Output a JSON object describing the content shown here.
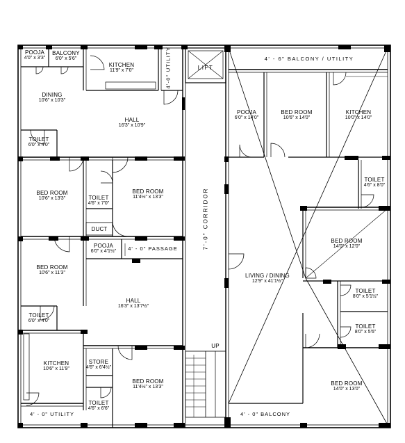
{
  "rooms": {
    "pooja_left": {
      "name": "POOJA",
      "dim": "4'0\" x 3'3\""
    },
    "balcony_left": {
      "name": "BALCONY",
      "dim": "6'0\" x 5'6\""
    },
    "kitchen_top": {
      "name": "KITCHEN",
      "dim": "11'9\" x 7'0\""
    },
    "utility_top": {
      "name": "4'-0\" UTILITY"
    },
    "lift": {
      "name": "LIFT"
    },
    "balcony_utility_right": {
      "name": "4' - 6\" BALCONY / UTILITY"
    },
    "dining": {
      "name": "DINING",
      "dim": "10'6\" x 10'3\""
    },
    "hall_top": {
      "name": "HALL",
      "dim": "16'3\" x 10'9\""
    },
    "toilet_left_1": {
      "name": "TOILET",
      "dim": "6'0\" x 4'0\""
    },
    "bedroom_left_1": {
      "name": "BED ROOM",
      "dim": "10'6\" x 13'3\""
    },
    "toilet_mid_1": {
      "name": "TOILET",
      "dim": "4'6\" x 7'0\""
    },
    "bedroom_mid_1": {
      "name": "BED ROOM",
      "dim": "11'4½\" x 13'3\""
    },
    "duct": {
      "name": "DUCT"
    },
    "pooja_mid": {
      "name": "POOJA",
      "dim": "6'0\" x 4'1½\""
    },
    "passage": {
      "name": "4' - 0\"  PASSAGE"
    },
    "bedroom_left_2": {
      "name": "BED ROOM",
      "dim": "10'6\" x 11'3\""
    },
    "hall_bottom": {
      "name": "HALL",
      "dim": "16'3\" x 13'7½\""
    },
    "toilet_left_2": {
      "name": "TOILET",
      "dim": "6'0\" x 4'0\""
    },
    "kitchen_left_bottom": {
      "name": "KITCHEN",
      "dim": "10'6\" x 11'9\""
    },
    "store": {
      "name": "STORE",
      "dim": "4'6\" x 6'4½\""
    },
    "bedroom_mid_2": {
      "name": "BED ROOM",
      "dim": "11'4½\" x 13'3\""
    },
    "toilet_mid_2": {
      "name": "TOILET",
      "dim": "4'6\" x 6'6\""
    },
    "utility_bottom": {
      "name": "4' - 0\"  UTILITY"
    },
    "corridor": {
      "name": "7'-0\" CORRIDOR"
    },
    "stair_up": {
      "name": "UP"
    },
    "pooja_right": {
      "name": "POOJA",
      "dim": "6'0\" x 14'0\""
    },
    "bedroom_right_1": {
      "name": "BED ROOM",
      "dim": "10'6\" x 14'0\""
    },
    "kitchen_right": {
      "name": "KITCHEN",
      "dim": "10'0\" x 14'0\""
    },
    "toilet_right_1": {
      "name": "TOILET",
      "dim": "4'6\" x 8'0\""
    },
    "bedroom_right_2": {
      "name": "BED ROOM",
      "dim": "14'0\" x 12'0\""
    },
    "living_dining": {
      "name": "LIVING / DINING",
      "dim": "12'9\" x 41'1½\""
    },
    "toilet_right_2": {
      "name": "TOILET",
      "dim": "8'0\" x 5'1½\""
    },
    "toilet_right_3": {
      "name": "TOILET",
      "dim": "8'0\" x 5'6\""
    },
    "bedroom_right_3": {
      "name": "BED ROOM",
      "dim": "14'0\" x 13'0\""
    },
    "balcony_bottom_right": {
      "name": "4' - 0\"  BALCONY"
    }
  }
}
